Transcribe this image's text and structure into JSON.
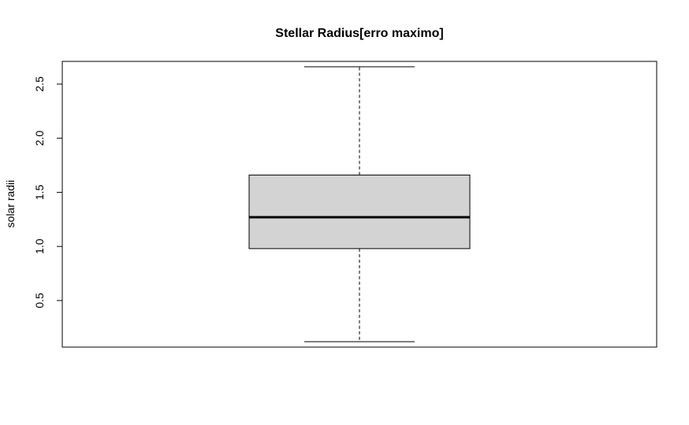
{
  "chart_data": {
    "type": "boxplot",
    "title": "Stellar Radius[erro maximo]",
    "ylabel": "solar radii",
    "xlabel": "",
    "ylim": [
      0.07,
      2.71
    ],
    "yticks": [
      0.5,
      1.0,
      1.5,
      2.0,
      2.5
    ],
    "ytick_labels": [
      "0.5",
      "1.0",
      "1.5",
      "2.0",
      "2.5"
    ],
    "box": {
      "whisker_low": 0.12,
      "q1": 0.98,
      "median": 1.27,
      "q3": 1.66,
      "whisker_high": 2.66
    },
    "box_fill": "#d3d3d3",
    "grid": false
  }
}
